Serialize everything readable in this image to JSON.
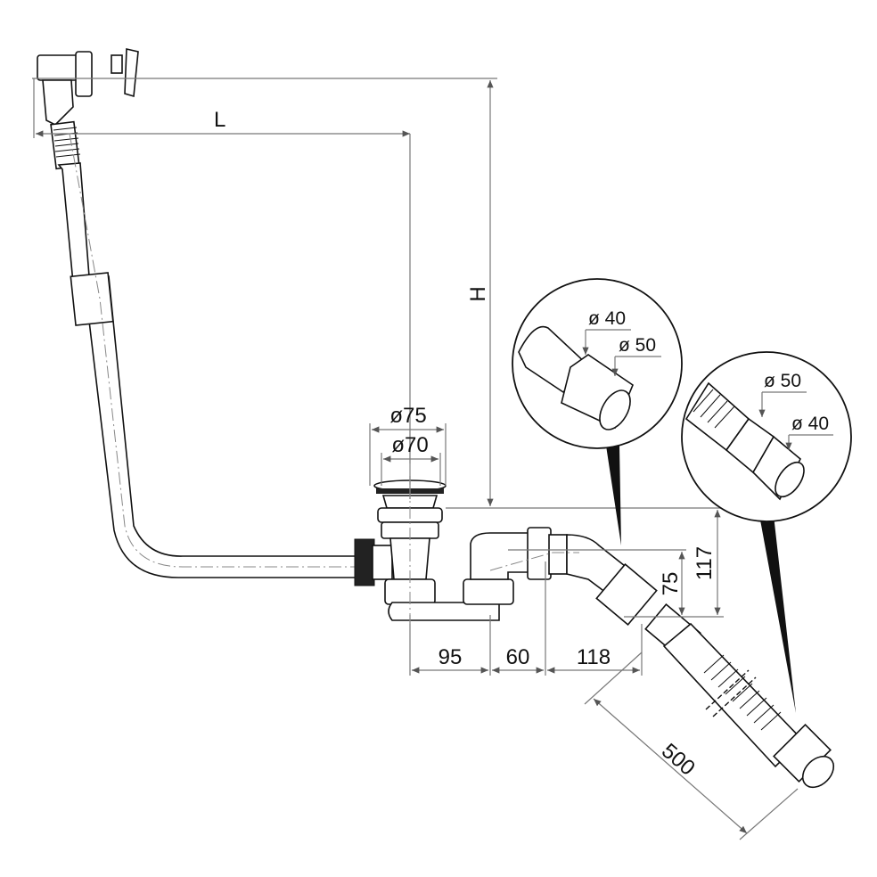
{
  "diagram": {
    "labels": {
      "length": "L",
      "height": "H",
      "outer_diameter": "ø75",
      "inner_diameter": "ø70",
      "dim_95": "95",
      "dim_60": "60",
      "dim_118": "118",
      "dim_75": "75",
      "dim_117": "117",
      "hose_length": "500"
    },
    "detail_1": {
      "d1": "ø 40",
      "d2": "ø 50"
    },
    "detail_2": {
      "d1": "ø 50",
      "d2": "ø 40"
    }
  }
}
